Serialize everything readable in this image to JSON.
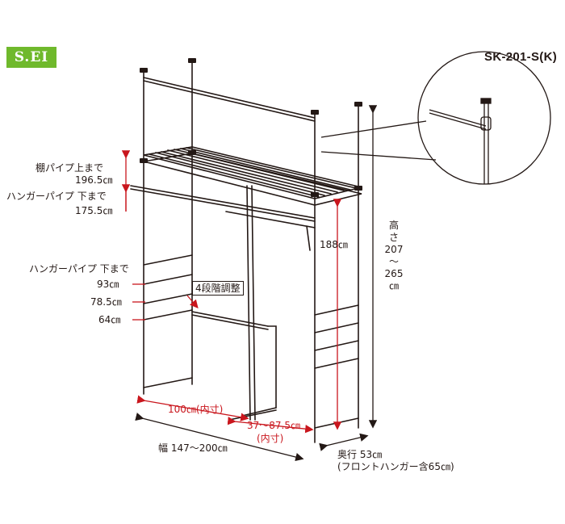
{
  "brand": {
    "logo_text": "S.EI",
    "model": "SK-201-S(K)"
  },
  "labels": {
    "shelf_pipe_top_title": "棚パイプ上まで",
    "shelf_pipe_top_value": "196.5㎝",
    "hanger_pipe_upper_title": "ハンガーパイプ 下まで",
    "hanger_pipe_upper_value": "175.5㎝",
    "hanger_pipe_lower_title": "ハンガーパイプ 下まで",
    "hanger_lower_v1": "93㎝",
    "hanger_lower_v2": "78.5㎝",
    "hanger_lower_v3": "64㎝",
    "adjust_steps": "4段階調整",
    "pole_height": "188㎝",
    "inner_width": "100㎝(内寸)",
    "inner_depth_value": "37～87.5㎝",
    "inner_depth_note": "(内寸)",
    "width": "幅 147～200㎝",
    "depth": "奥行 53㎝",
    "depth_note": "(フロントハンガー含65㎝)",
    "height_chars": [
      "高",
      "さ",
      "207",
      "～",
      "265",
      "㎝"
    ]
  },
  "colors": {
    "logo_bg": "#6fb92c",
    "dimension_red": "#c9161d",
    "line": "#231815"
  }
}
